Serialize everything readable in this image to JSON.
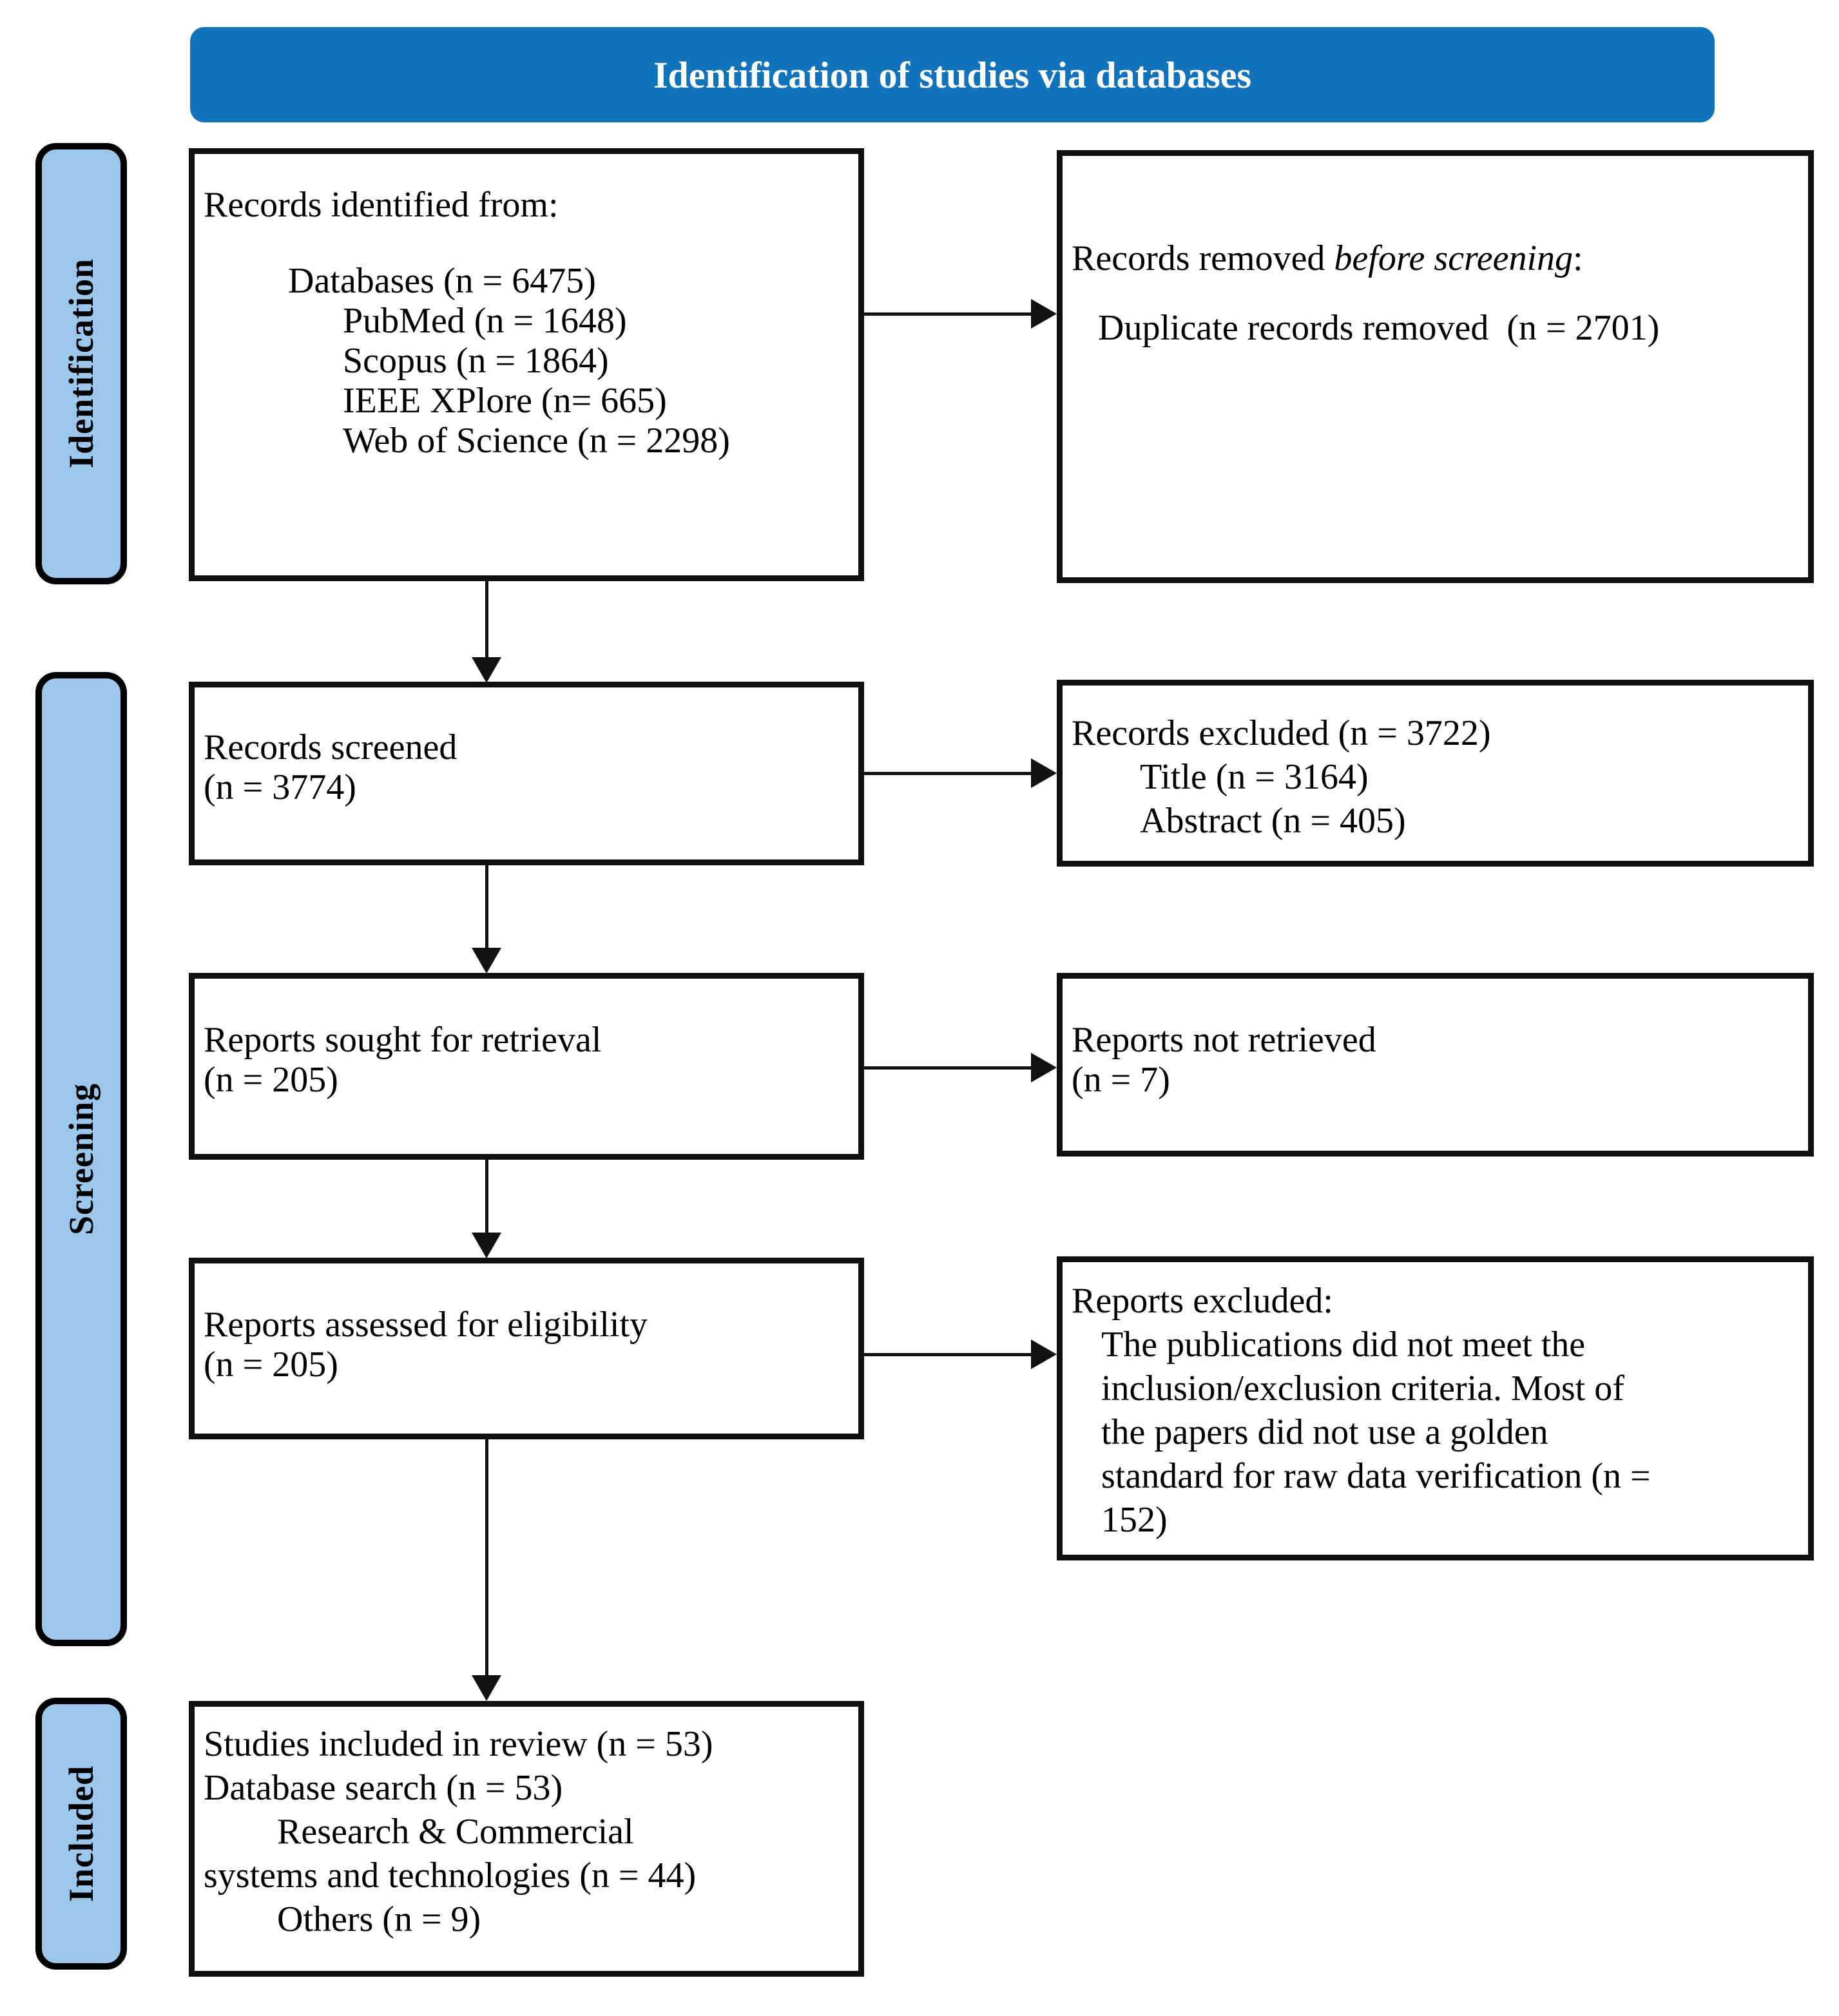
{
  "banner": {
    "title": "Identification of studies via databases"
  },
  "stages": {
    "identification": "Identification",
    "screening": "Screening",
    "included": "Included"
  },
  "boxes": {
    "records_identified": {
      "title": "Records identified from:",
      "items": [
        "Databases (n = 6475)",
        "PubMed (n = 1648)",
        "Scopus (n = 1864)",
        "IEEE XPlore (n= 665)",
        "Web of Science (n = 2298)"
      ]
    },
    "records_removed": {
      "line_prefix": "Records removed ",
      "line_italic": "before screening",
      "line_suffix": ":",
      "detail": "Duplicate records removed  (n = 2701)"
    },
    "records_screened": {
      "lines": [
        "Records screened",
        "(n = 3774)"
      ]
    },
    "records_excluded": {
      "lines": [
        "Records excluded (n = 3722)",
        "Title (n = 3164)",
        "Abstract (n = 405)"
      ]
    },
    "reports_sought": {
      "lines": [
        "Reports sought for retrieval",
        "(n = 205)"
      ]
    },
    "reports_not_retrieved": {
      "lines": [
        "Reports not retrieved",
        "(n = 7)"
      ]
    },
    "reports_assessed": {
      "lines": [
        "Reports assessed for eligibility",
        "(n = 205)"
      ]
    },
    "reports_excluded": {
      "lines": [
        "Reports excluded:",
        "The publications did not meet the",
        "inclusion/exclusion criteria. Most of",
        "the papers did not use a golden",
        "standard for raw data verification (n =",
        "152)"
      ]
    },
    "studies_included": {
      "lines": [
        "Studies included in review (n = 53)",
        "Database search (n = 53)",
        "Research & Commercial",
        "systems and technologies (n = 44)",
        "Others (n = 9)"
      ]
    }
  },
  "colors": {
    "banner_bg": "#1273bd",
    "banner_text": "#ffffff",
    "stage_bg": "#9cc7ea",
    "border": "#0f0f0f"
  }
}
